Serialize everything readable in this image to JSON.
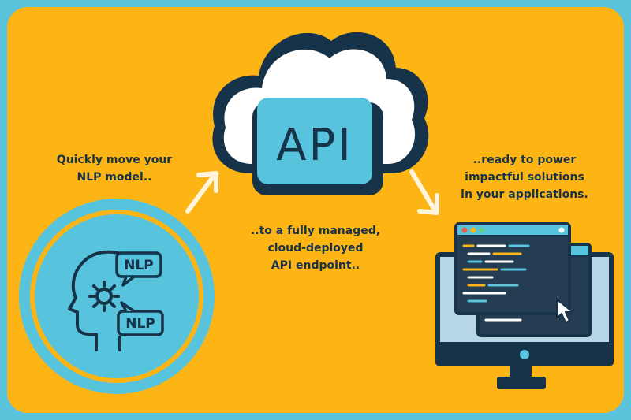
{
  "captions": {
    "left": "Quickly move your\nNLP model..",
    "center": "..to a fully managed,\ncloud-deployed\nAPI endpoint..",
    "right": "..ready to power\nimpactful solutions\nin your applications."
  },
  "badges": {
    "nlp_top": "NLP",
    "nlp_bottom": "NLP",
    "api": "API"
  },
  "colors": {
    "background": "#fdb515",
    "border": "#5bc4dc",
    "accent_blue": "#58c3dc",
    "navy": "#16334a"
  },
  "icons": [
    "head-gear-icon",
    "cloud-icon",
    "arrow-up-right-icon",
    "arrow-down-right-icon",
    "monitor-icon",
    "code-window-icon",
    "cursor-icon"
  ]
}
